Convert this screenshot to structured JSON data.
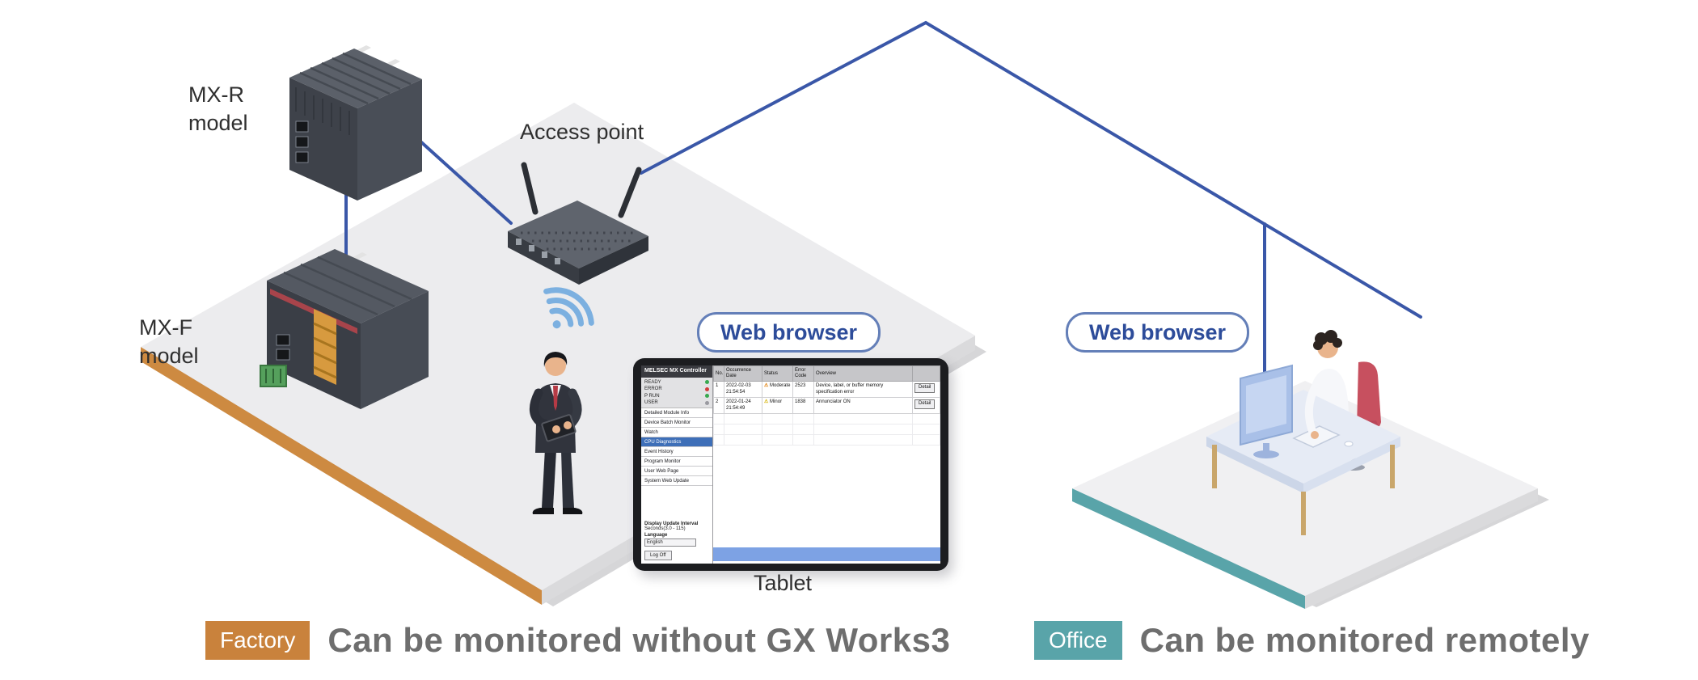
{
  "scene": {
    "mxr_label": "MX-R\nmodel",
    "mxf_label": "MX-F\nmodel",
    "access_point_label": "Access point",
    "tablet_label": "Tablet",
    "factory_pill": "Web browser",
    "office_pill": "Web browser"
  },
  "legend": {
    "factory_badge": "Factory",
    "factory_text": "Can be monitored without GX Works3",
    "office_badge": "Office",
    "office_text": "Can be monitored remotely"
  },
  "colors": {
    "network_line": "#3a57a8",
    "factory_accent": "#c9823c",
    "office_accent": "#59a4a9",
    "pill_border": "#647fb8",
    "pill_text": "#2d4c9a",
    "caption_text": "#6e6e6e",
    "wifi_blue": "#7cb0e0",
    "tablet_highlight": "#3e6fb8"
  },
  "tablet_screen": {
    "title": "MELSEC MX Controller",
    "leds": [
      {
        "label": "READY",
        "color": "#37a94f"
      },
      {
        "label": "ERROR",
        "color": "#d23b3b"
      },
      {
        "label": "P RUN",
        "color": "#37a94f"
      },
      {
        "label": "USER",
        "color": "#9a9aa0"
      }
    ],
    "menu": [
      {
        "label": "Detailed Module Info",
        "active": false
      },
      {
        "label": "Device Batch Monitor",
        "active": false
      },
      {
        "label": "Watch",
        "active": false
      },
      {
        "label": "CPU Diagnostics",
        "active": true
      },
      {
        "label": "Event History",
        "active": false
      },
      {
        "label": "Program Monitor",
        "active": false
      },
      {
        "label": "User Web Page",
        "active": false
      },
      {
        "label": "System Web Update",
        "active": false
      }
    ],
    "display_update_label": "Display Update Interval",
    "display_update_value": "Seconds(3.0 - 115)",
    "language_label": "Language",
    "language_value": "English",
    "logoff_label": "Log Off",
    "table": {
      "headers": [
        "No.",
        "Occurrence Date",
        "Status",
        "Error Code",
        "Overview",
        ""
      ],
      "rows": [
        {
          "no": "1",
          "date": "2022-02-03 21:54:54",
          "severity": "Moderate",
          "severity_color": "#e07b00",
          "code": "2523",
          "overview": "Device, label, or buffer memory specification error",
          "action": "Detail"
        },
        {
          "no": "2",
          "date": "2022-01-24 21:54:49",
          "severity": "Minor",
          "severity_color": "#d3b100",
          "code": "1838",
          "overview": "Annunciator ON",
          "action": "Detail"
        }
      ]
    }
  }
}
